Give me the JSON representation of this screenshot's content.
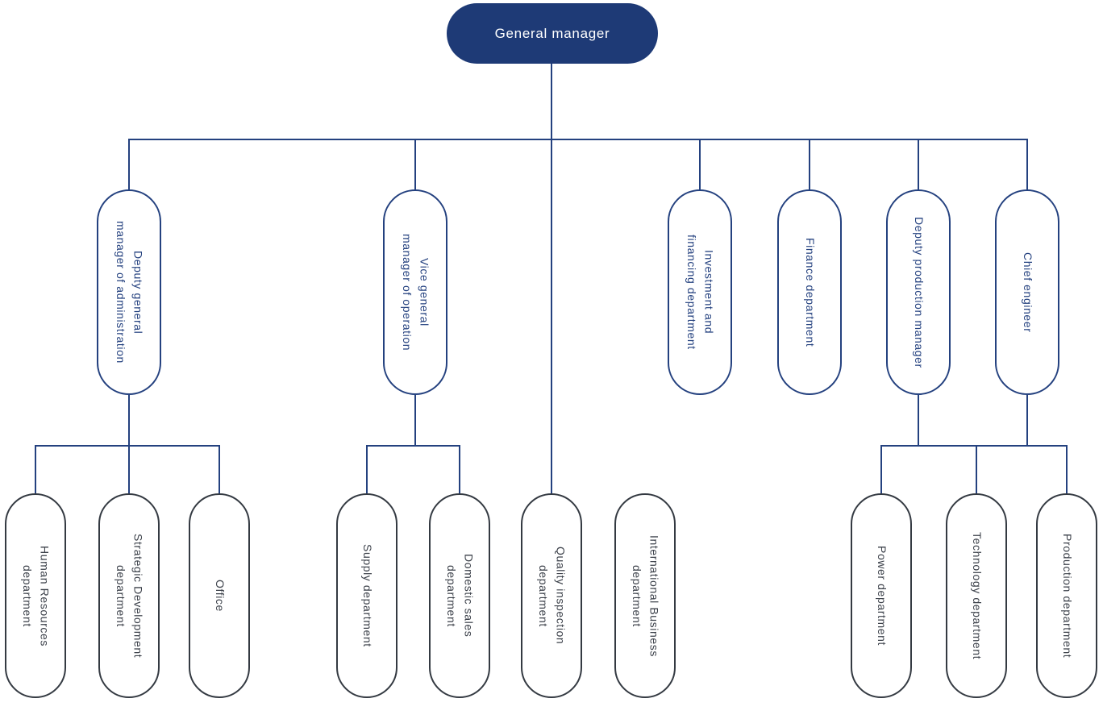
{
  "colors": {
    "background": "#ffffff",
    "root_fill": "#1e3a76",
    "root_text": "#ffffff",
    "connector": "#24417f",
    "level2_border": "#24417f",
    "level2_text": "#24417f",
    "level3_border": "#343a42",
    "level3_text": "#3c414a"
  },
  "nodes": {
    "general_manager": {
      "label": "General manager"
    },
    "deputy_admin": {
      "label": "Deputy general\nmanager of administration"
    },
    "vice_operation": {
      "label": "Vice general\nmanager of operation"
    },
    "investment_financing": {
      "label": "Investment and\nfinancing department"
    },
    "finance": {
      "label": "Finance department"
    },
    "deputy_production": {
      "label": "Deputy production manager"
    },
    "chief_engineer": {
      "label": "Chief engineer"
    },
    "human_resources": {
      "label": "Human Resources\ndepartment"
    },
    "strategic_development": {
      "label": "Strategic Development\ndepartment"
    },
    "office": {
      "label": "Office"
    },
    "supply": {
      "label": "Supply department"
    },
    "domestic_sales": {
      "label": "Domestic sales\ndepartment"
    },
    "quality_inspection": {
      "label": "Quality inspection\ndepartment"
    },
    "international_business": {
      "label": "International Business\ndepartment"
    },
    "power": {
      "label": "Power department"
    },
    "technology": {
      "label": "Technology department"
    },
    "production": {
      "label": "Production department"
    }
  },
  "structure": {
    "edges": [
      {
        "from": "general_manager",
        "to": "deputy_admin"
      },
      {
        "from": "general_manager",
        "to": "vice_operation"
      },
      {
        "from": "general_manager",
        "to": "investment_financing"
      },
      {
        "from": "general_manager",
        "to": "finance"
      },
      {
        "from": "general_manager",
        "to": "deputy_production"
      },
      {
        "from": "general_manager",
        "to": "chief_engineer"
      },
      {
        "from": "general_manager",
        "to": "quality_inspection"
      },
      {
        "from": "deputy_admin",
        "to": "human_resources"
      },
      {
        "from": "deputy_admin",
        "to": "strategic_development"
      },
      {
        "from": "deputy_admin",
        "to": "office"
      },
      {
        "from": "vice_operation",
        "to": "supply"
      },
      {
        "from": "vice_operation",
        "to": "domestic_sales"
      },
      {
        "from": "deputy_production",
        "to": "power"
      },
      {
        "from": "deputy_production",
        "to": "technology"
      },
      {
        "from": "deputy_production",
        "to": "production"
      },
      {
        "from": "chief_engineer",
        "to": "power"
      },
      {
        "from": "chief_engineer",
        "to": "technology"
      },
      {
        "from": "chief_engineer",
        "to": "production"
      }
    ],
    "unconnected": [
      "international_business"
    ]
  }
}
